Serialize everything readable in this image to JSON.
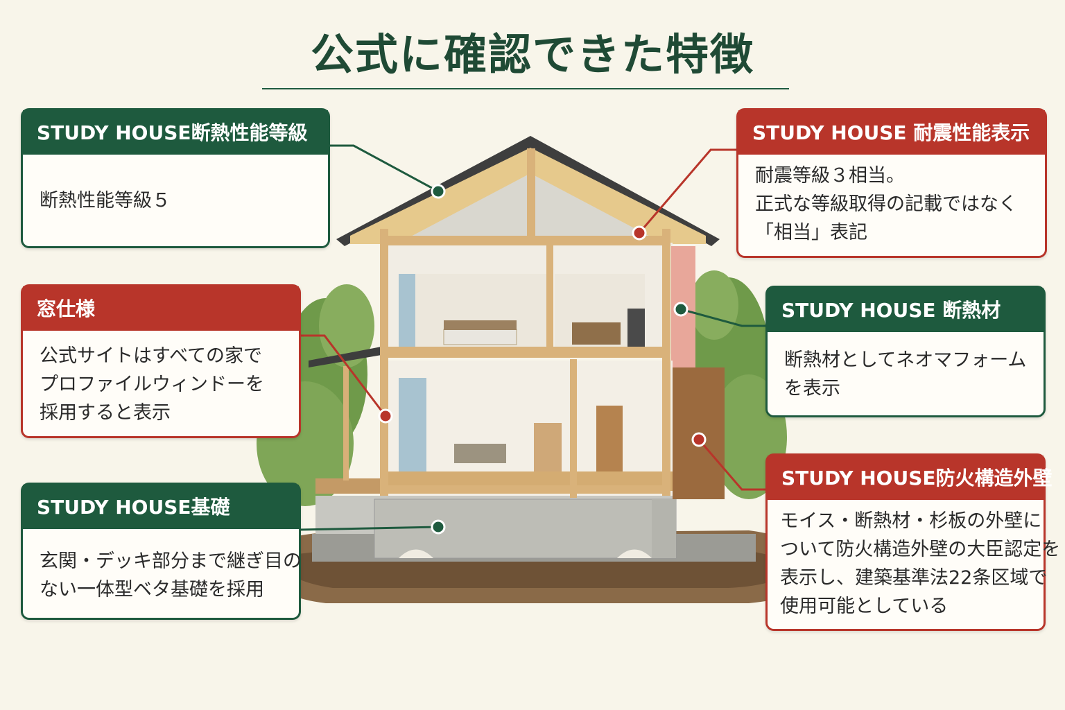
{
  "title": "公式に確認できた特徴",
  "colors": {
    "green": "#1e5a3e",
    "red": "#b8352a",
    "background": "#f8f5ea"
  },
  "callouts": {
    "insulation_grade": {
      "header": "STUDY HOUSE断熱性能等級",
      "lines": [
        "断熱性能等級５"
      ]
    },
    "window": {
      "header": "窓仕様",
      "lines": [
        "公式サイトはすべての家で",
        "プロファイルウィンドーを",
        "採用すると表示"
      ]
    },
    "foundation": {
      "header": "STUDY HOUSE基礎",
      "lines": [
        "玄関・デッキ部分まで継ぎ目の",
        "ない一体型ベタ基礎を採用"
      ]
    },
    "seismic": {
      "header": "STUDY HOUSE 耐震性能表示",
      "lines": [
        "耐震等級３相当。",
        "正式な等級取得の記載ではなく",
        "「相当」表記"
      ]
    },
    "insulation_material": {
      "header": "STUDY HOUSE 断熱材",
      "lines": [
        "断熱材としてネオマフォーム",
        "を表示"
      ]
    },
    "fireproof_wall": {
      "header": "STUDY HOUSE防火構造外壁",
      "lines": [
        "モイス・断熱材・杉板の外壁に",
        "ついて防火構造外壁の大臣認定を",
        "表示し、建築基準法22条区域で",
        "使用可能としている"
      ]
    }
  }
}
